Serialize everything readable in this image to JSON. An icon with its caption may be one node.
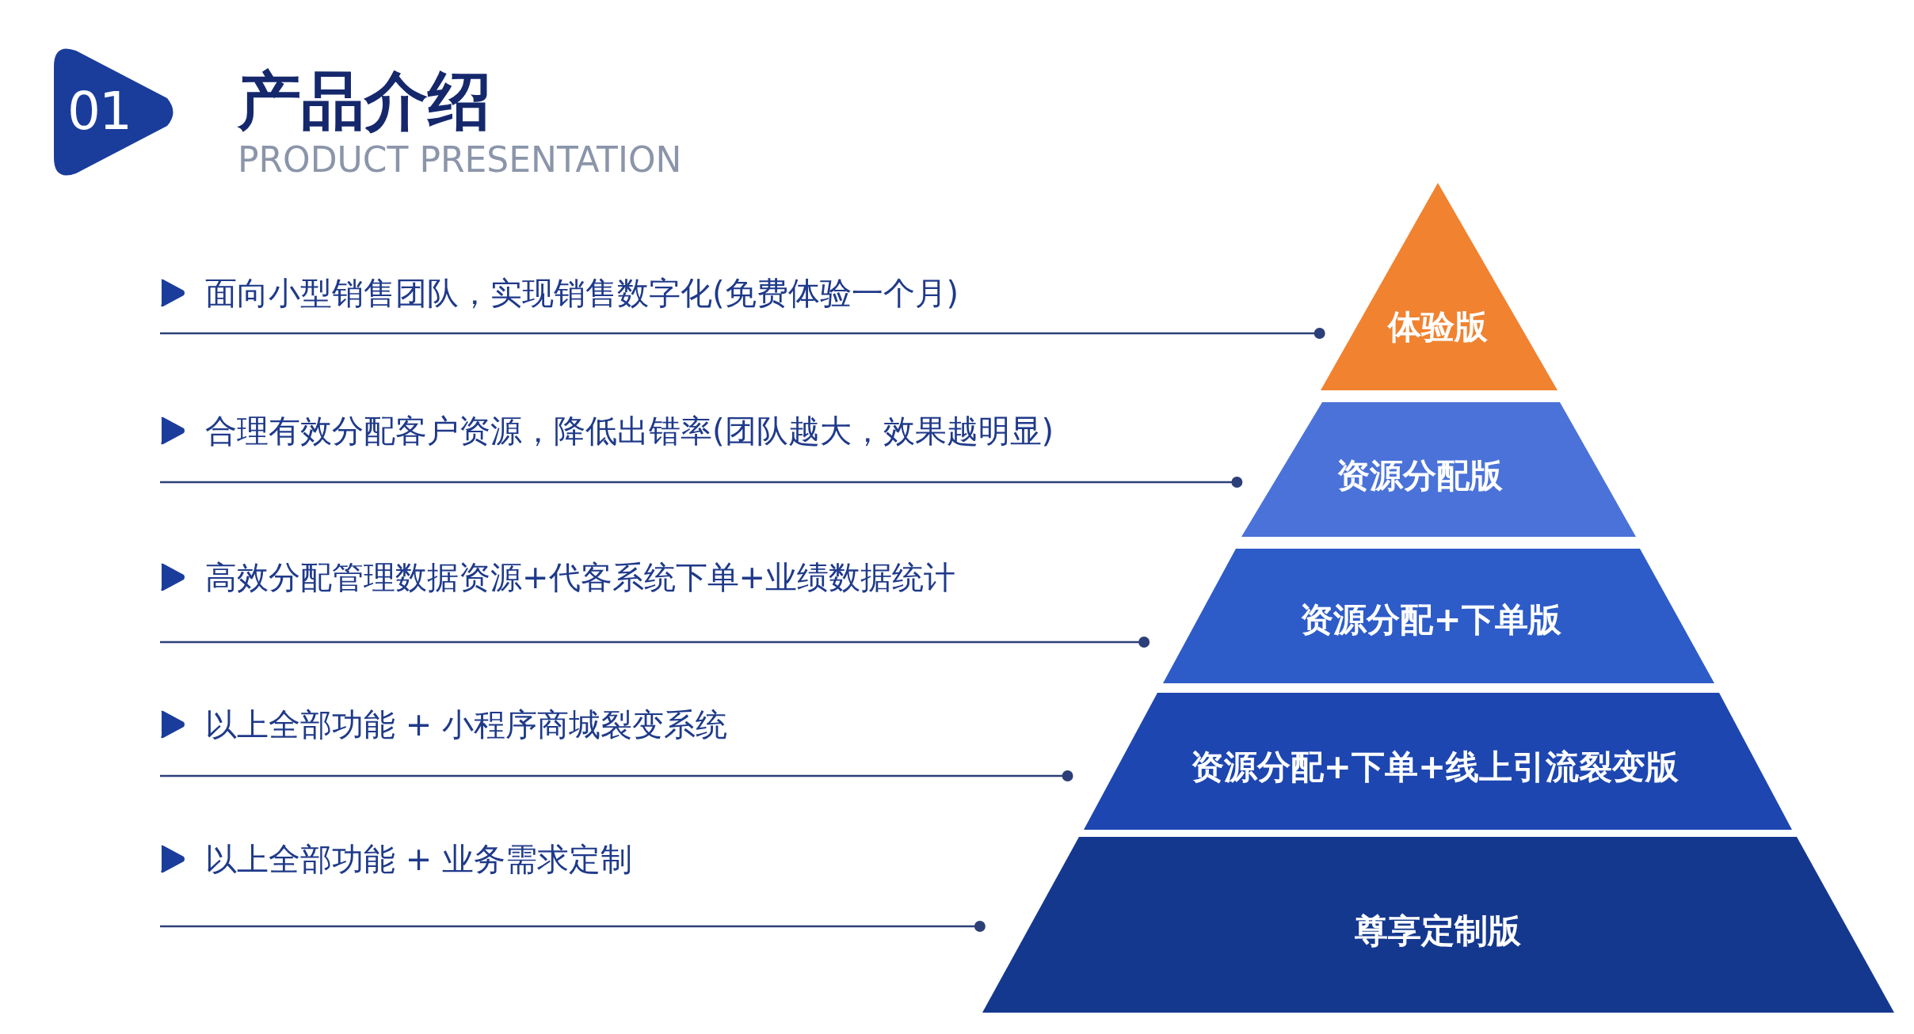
{
  "diagram": {
    "title": "产品介绍",
    "nodes": [
      {
        "text": [
          "面向小型销售团队，实现销售数字化(免费体验一个月)"
        ]
      },
      {
        "text": [
          "合理有效分配客户资源，降低出错率(团队越大，效果越明显)"
        ]
      },
      {
        "text": [
          "高效分配管理数据资源+代客系统下单+业绩数据统计"
        ]
      },
      {
        "text": [
          "以上全部功能 + 小程序商城裂变系统"
        ]
      },
      {
        "text": [
          "以上全部功能 + 业务需求定制"
        ]
      },
      {
        "text": [
          "体验版"
        ]
      },
      {
        "text": [
          "资源分配版"
        ]
      },
      {
        "text": [
          "资源分配+下单版"
        ]
      },
      {
        "text": [
          "资源分配+下单+线上引流裂变版"
        ]
      },
      {
        "text": [
          "尊享定制版"
        ]
      }
    ],
    "edges": [
      {
        "from": 0,
        "to": 5,
        "arrow": "other"
      },
      {
        "from": 1,
        "to": 6,
        "arrow": "other"
      },
      {
        "from": 2,
        "to": 7,
        "arrow": "other"
      },
      {
        "from": 3,
        "to": 8,
        "arrow": "other"
      },
      {
        "from": 4,
        "to": 9,
        "arrow": "other"
      }
    ],
    "labels": [
      "01",
      "PRODUCT PRESENTATION"
    ]
  }
}
